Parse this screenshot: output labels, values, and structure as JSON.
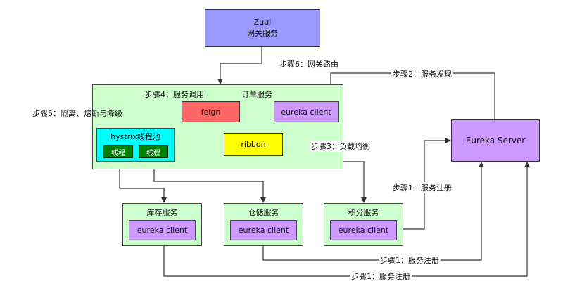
{
  "zuul": {
    "title": "Zuul",
    "subtitle": "网关服务"
  },
  "order_service": {
    "title": "订单服务",
    "feign": "feign",
    "ribbon": "ribbon",
    "eureka_client": "eureka client",
    "hystrix": {
      "title": "hystrix线程池",
      "threads": [
        "线程",
        "线程"
      ]
    }
  },
  "services": [
    {
      "title": "库存服务",
      "client": "eureka client"
    },
    {
      "title": "仓储服务",
      "client": "eureka client"
    },
    {
      "title": "积分服务",
      "client": "eureka client"
    }
  ],
  "eureka_server": "Eureka Server",
  "steps": {
    "step1_a": "步骤1：服务注册",
    "step1_b": "步骤1：服务注册",
    "step1_c": "步骤1：服务注册",
    "step2": "步骤2：服务发现",
    "step3": "步骤3：负载均衡",
    "step4": "步骤4：服务调用",
    "step5": "步骤5：隔离、熔断与降级",
    "step6": "步骤6：网关路由"
  },
  "colors": {
    "zuul": "#9999ff",
    "service_bg": "#ccffcc",
    "eureka": "#cc99ff",
    "feign": "#ff6666",
    "ribbon": "#ffff00",
    "hystrix": "#00ffff",
    "thread": "#008000"
  }
}
